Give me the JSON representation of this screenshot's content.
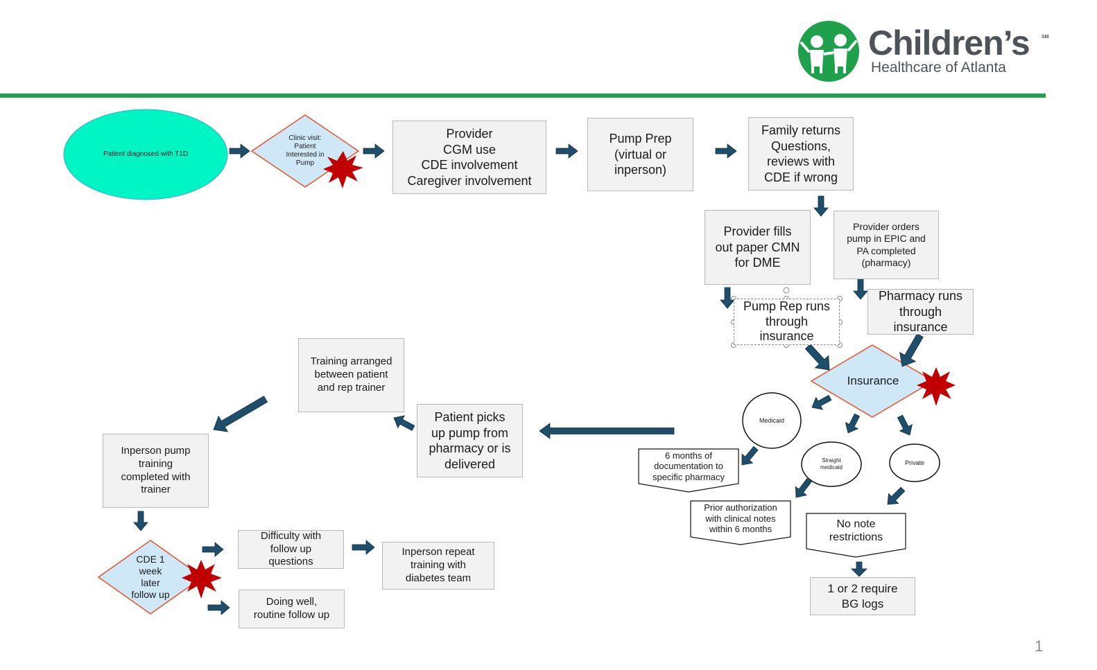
{
  "logo": {
    "name": "Children’s",
    "mark": "SM",
    "subtitle": "Healthcare of Atlanta",
    "brand_color": "#1fa04a"
  },
  "colors": {
    "arrow": "#1f4e6b",
    "start_fill": "#00f5c4",
    "decision_fill": "#cfe8f7",
    "decision_stroke": "#e8502a",
    "burst": "#c00000",
    "divider": "#1fa04a"
  },
  "nodes": {
    "start": "Patient diagnosed with T1D",
    "clinic_visit": "Clinic visit:\nPatient\nInterested in\nPump",
    "provider": "Provider\nCGM use\nCDE involvement\nCaregiver involvement",
    "pump_prep": "Pump Prep\n(virtual or\ninperson)",
    "family_returns": "Family returns\nQuestions,\nreviews with\nCDE if wrong",
    "provider_fills": "Provider fills\nout paper CMN\nfor DME",
    "provider_orders": "Provider orders\npump in EPIC and\nPA completed\n(pharmacy)",
    "pump_rep": "Pump Rep runs\nthrough\ninsurance",
    "pharmacy_runs": "Pharmacy runs\nthrough\ninsurance",
    "insurance": "Insurance",
    "medicaid": "Medicaid",
    "straight_medicaid": "Straight\nmedicaid",
    "private": "Private",
    "six_months": "6 months of\ndocumentation to\nspecific pharmacy",
    "prior_auth": "Prior authorization\nwith clinical notes\nwithin 6 months",
    "no_note": "No note\nrestrictions",
    "bg_logs": "1 or 2 require\nBG logs",
    "patient_picks": "Patient picks\nup pump from\npharmacy or is\ndelivered",
    "training_arranged": "Training arranged\nbetween patient\nand rep trainer",
    "inperson_training": "Inperson pump\ntraining\ncompleted with\ntrainer",
    "cde_followup": "CDE 1\nweek\nlater\nfollow up",
    "difficulty": "Difficulty with\nfollow up\nquestions",
    "repeat_training": "Inperson repeat\ntraining with\ndiabetes team",
    "doing_well": "Doing well,\nroutine follow up"
  },
  "page_number": "1"
}
